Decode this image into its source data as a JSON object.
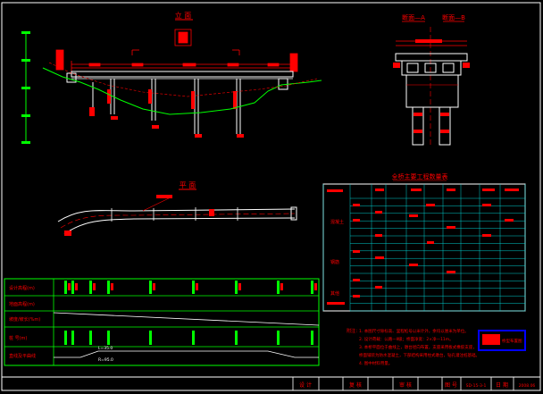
{
  "drawing": {
    "elevation_title": "立 面",
    "plan_title": "平 面",
    "section_titles": [
      "断面—A",
      "断面—B"
    ],
    "table_title": "全桥主要工程数量表"
  },
  "profile_table": {
    "row_labels": [
      "设计高程(m)",
      "地面高程(m)",
      "坡度/坡长(%m)",
      "桩 号(m)",
      "直线及平曲线"
    ],
    "curve_labels": [
      "L=35.0",
      "R=95.0"
    ]
  },
  "quantity_table": {
    "row_groups": [
      "混凝土",
      "钢筋",
      "其他"
    ]
  },
  "notes": {
    "heading": "附注：",
    "lines": [
      "1. 本图尺寸除标高、里程桩号以米计外，余均以厘米为单位。",
      "2. 设计荷载：公路—Ⅱ级；桥面净宽：2×净—11m。",
      "3. 本桥平面位于曲线上，墩台径向布置，支座采用板式橡胶支座，",
      "   桥面铺装为防水混凝土，下部结构采用柱式墩台，钻孔灌注桩基础。",
      "4. 图中材料用量。"
    ]
  },
  "stamp": {
    "label": "桥型布置图"
  },
  "title_block": {
    "cells": [
      "设 计",
      "复 核",
      "审 核",
      "图 号",
      "SD-15-3-1",
      "日 期",
      "2008.06"
    ]
  },
  "colors": {
    "background": "#000000",
    "linework_red": "#ff0000",
    "table_green": "#00ff00",
    "outline_white": "#ffffff",
    "grid_cyan": "#00cccc",
    "stamp_blue": "#0000ff",
    "text_yellow": "#ffff00"
  }
}
